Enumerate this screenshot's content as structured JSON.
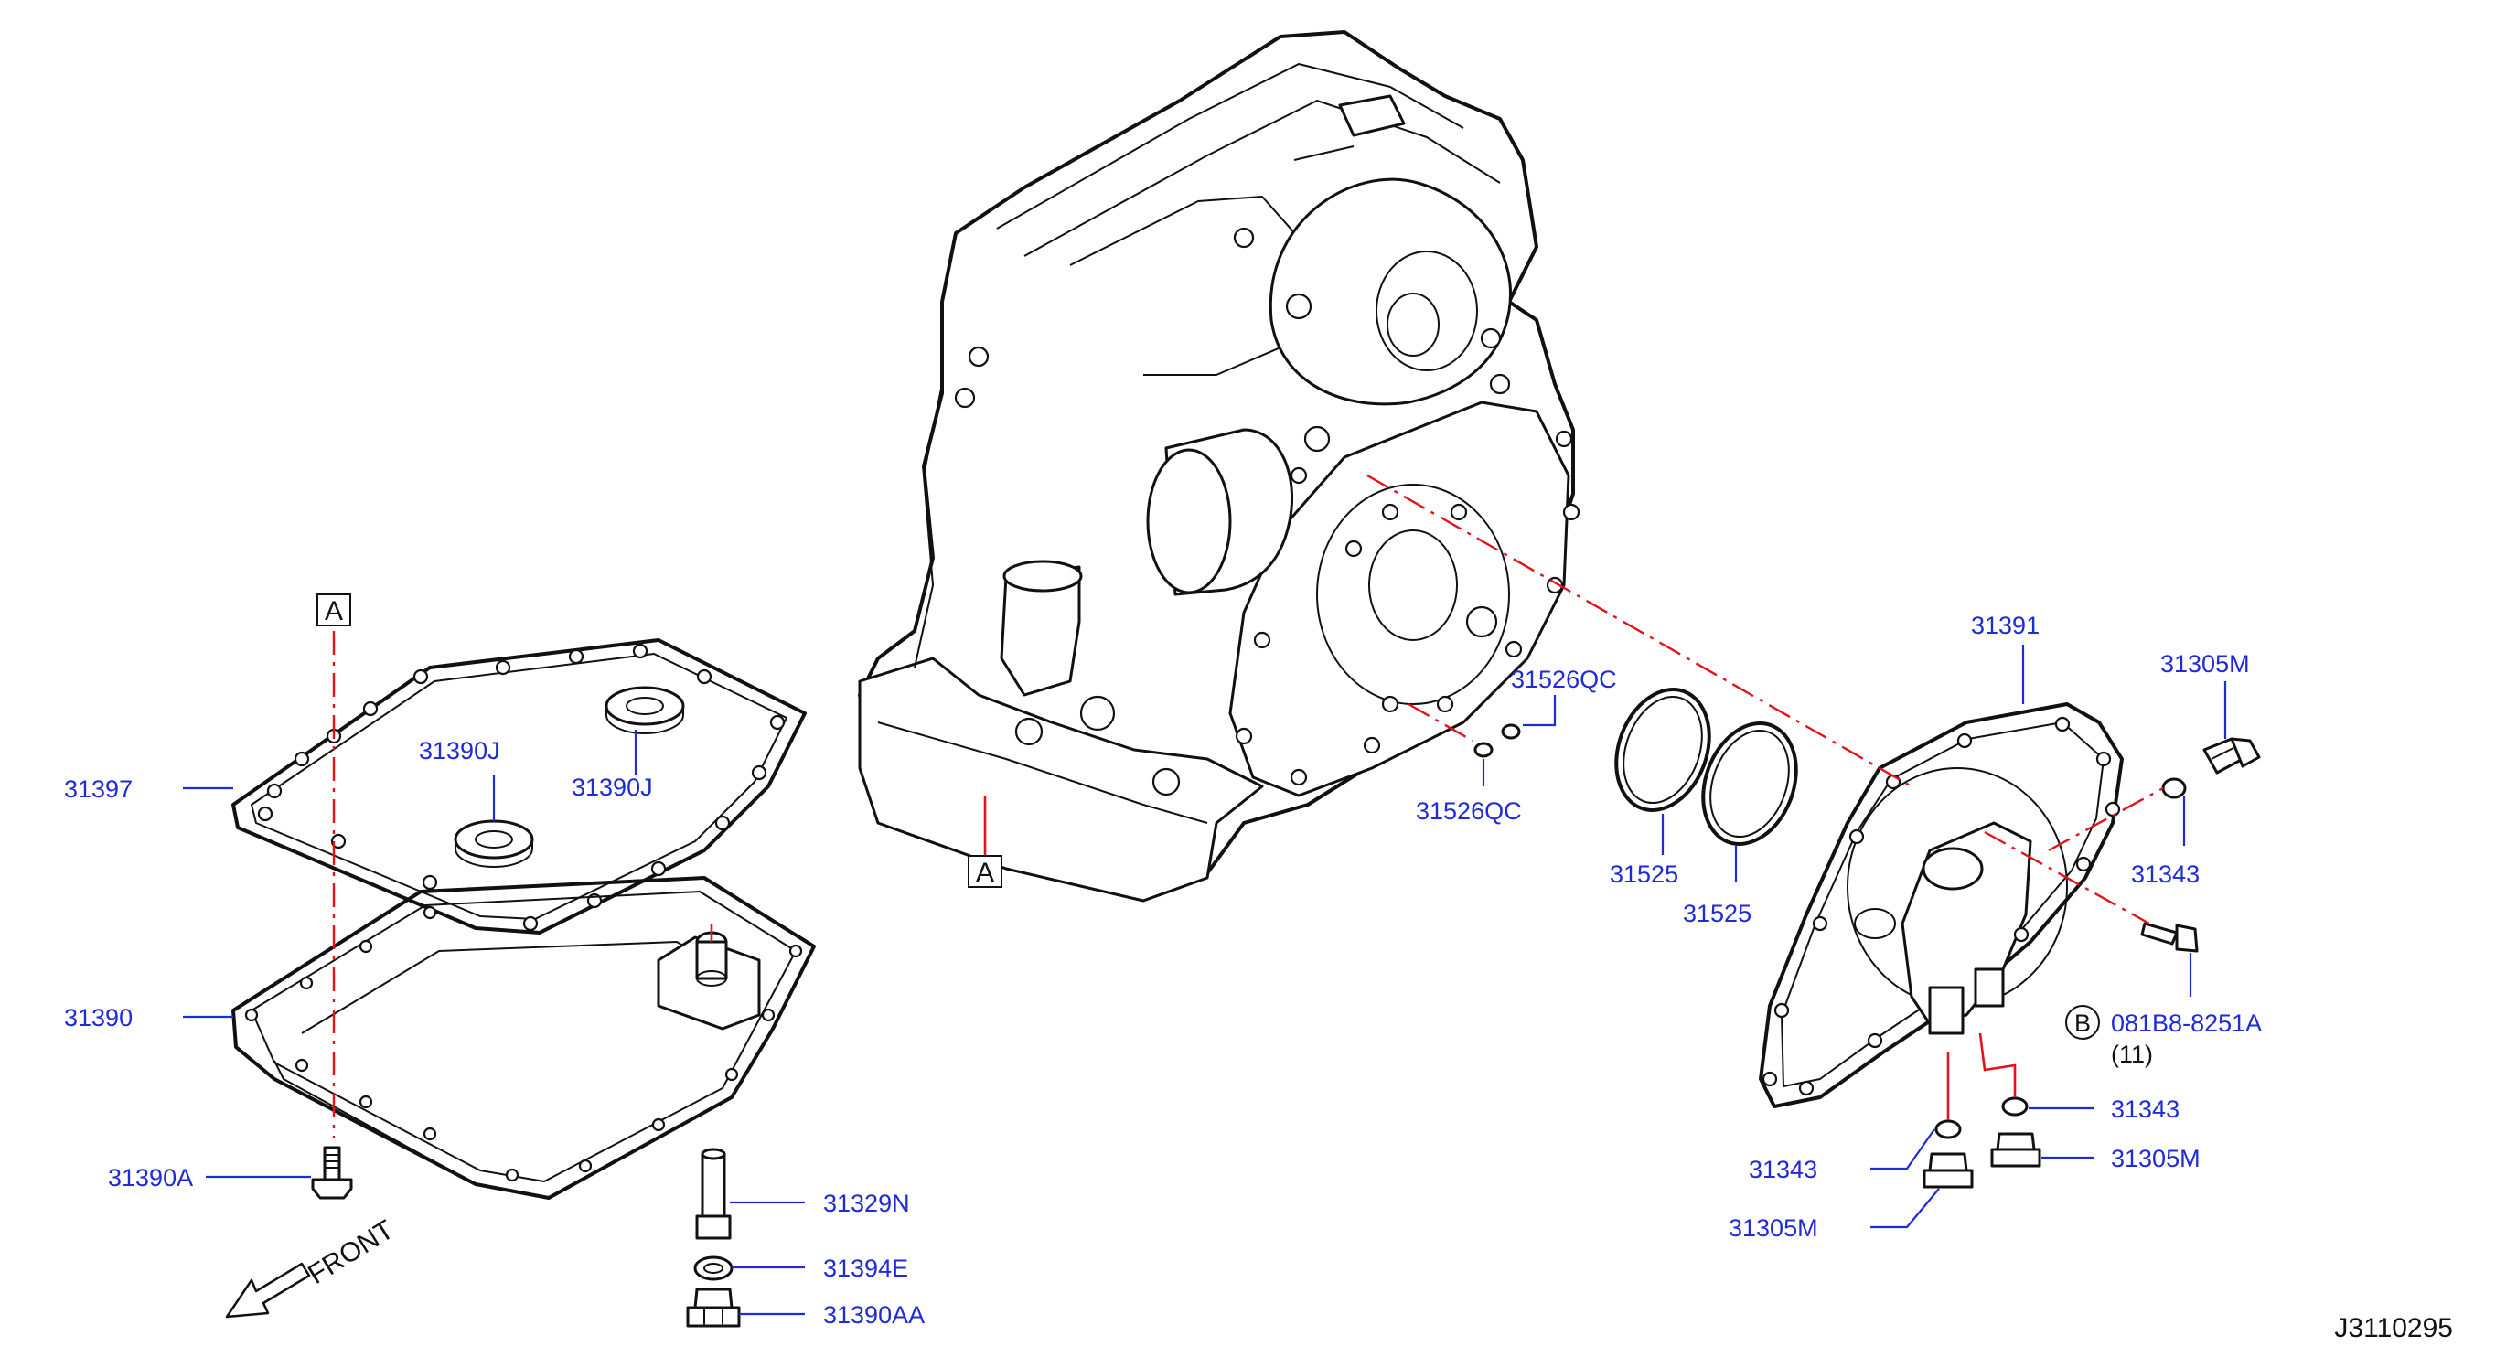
{
  "diagram_code": "J3110295",
  "front_label": "FRONT",
  "marker_a": "A",
  "marker_b": "B",
  "parts": {
    "p31397": "31397",
    "p31390J_a": "31390J",
    "p31390J_b": "31390J",
    "p31390": "31390",
    "p31390A": "31390A",
    "p31329N": "31329N",
    "p31394E": "31394E",
    "p31390AA": "31390AA",
    "p31526QC_a": "31526QC",
    "p31526QC_b": "31526QC",
    "p31525_a": "31525",
    "p31525_b": "31525",
    "p31391": "31391",
    "p31305M_a": "31305M",
    "p31343_a": "31343",
    "p081B8": "081B8-8251A",
    "p081B8_qty": "(11)",
    "p31343_b": "31343",
    "p31305M_b": "31305M",
    "p31343_c": "31343",
    "p31305M_c": "31305M"
  },
  "colors": {
    "label_blue": "#1f2bd6",
    "guide_red": "#e0141b",
    "line_art": "#111111"
  }
}
